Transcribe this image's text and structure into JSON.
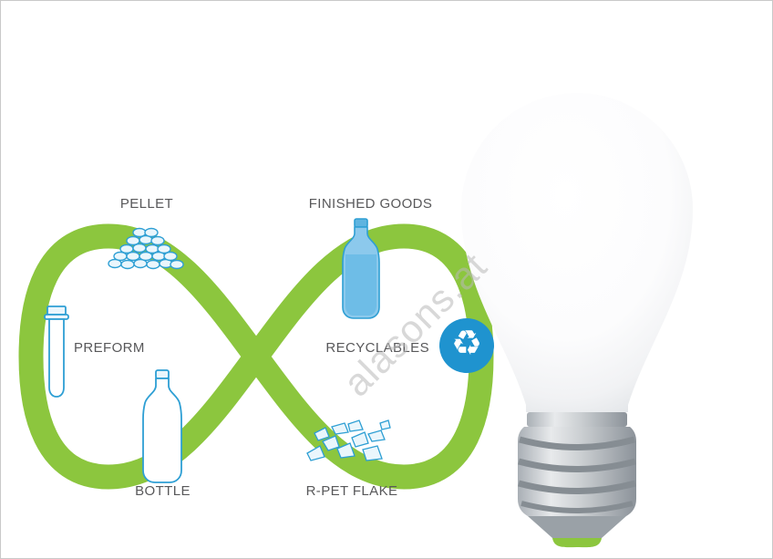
{
  "watermark": {
    "text": "alasons.at"
  },
  "colors": {
    "loop_green": "#8CC63E",
    "icon_blue": "#2E9FD4",
    "label_gray": "#58585A",
    "recycle_blue": "#1F93CF",
    "bulb_tip_green": "#8CC63E"
  },
  "diagram": {
    "labels": {
      "pellet": "PELLET",
      "finished_goods": "FINISHED GOODS",
      "preform": "PREFORM",
      "recyclables": "RECYCLABLES",
      "bottle": "BOTTLE",
      "rpet_flake": "R-PET FLAKE"
    },
    "icons": {
      "recycle_glyph": "♻"
    }
  }
}
